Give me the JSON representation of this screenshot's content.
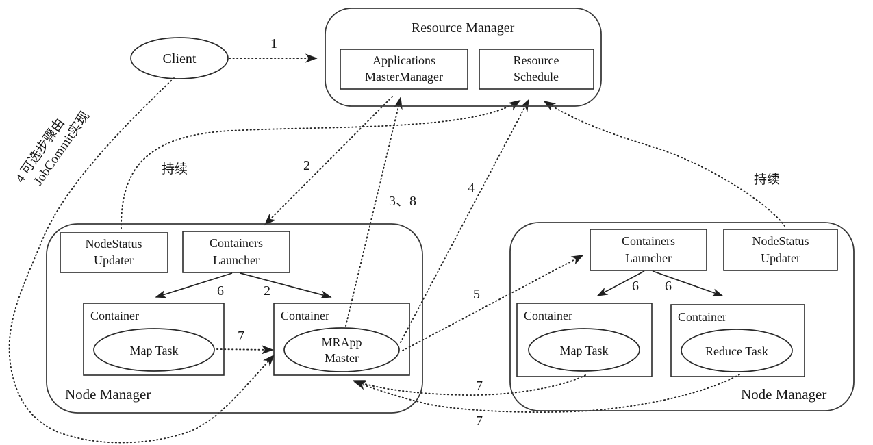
{
  "diagram_title": "YARN MRv2 job flow diagram",
  "colors": {
    "ink": "#1f1f1f",
    "background": "#ffffff"
  },
  "client": {
    "label": "Client"
  },
  "resource_manager": {
    "title": "Resource Manager",
    "app_master_manager": {
      "line1": "Applications",
      "line2": "MasterManager"
    },
    "resource_schedule": {
      "line1": "Resource",
      "line2": "Schedule"
    }
  },
  "node_manager_left": {
    "label": "Node Manager",
    "node_status_updater": {
      "line1": "NodeStatus",
      "line2": "Updater"
    },
    "containers_launcher": {
      "line1": "Containers",
      "line2": "Launcher"
    },
    "container1": {
      "title": "Container",
      "task": "Map Task"
    },
    "container2": {
      "title": "Container",
      "task_line1": "MRApp",
      "task_line2": "Master"
    }
  },
  "node_manager_right": {
    "label": "Node Manager",
    "containers_launcher": {
      "line1": "Containers",
      "line2": "Launcher"
    },
    "node_status_updater": {
      "line1": "NodeStatus",
      "line2": "Updater"
    },
    "container1": {
      "title": "Container",
      "task": "Map Task"
    },
    "container2": {
      "title": "Container",
      "task": "Reduce Task"
    }
  },
  "labels": {
    "step1": "1",
    "step2_top": "2",
    "step3_8": "3、8",
    "step4": "4",
    "step5": "5",
    "step6_left": "6",
    "step2_left_inner": "2",
    "step7_left": "7",
    "step6_right_a": "6",
    "step6_right_b": "6",
    "step7_right_upper": "7",
    "step7_right_lower": "7"
  },
  "notes": {
    "continuous_left": "持续",
    "continuous_right": "持续",
    "rotated_line1": "4 可选步骤由",
    "rotated_line2": "JobCommit实现"
  }
}
